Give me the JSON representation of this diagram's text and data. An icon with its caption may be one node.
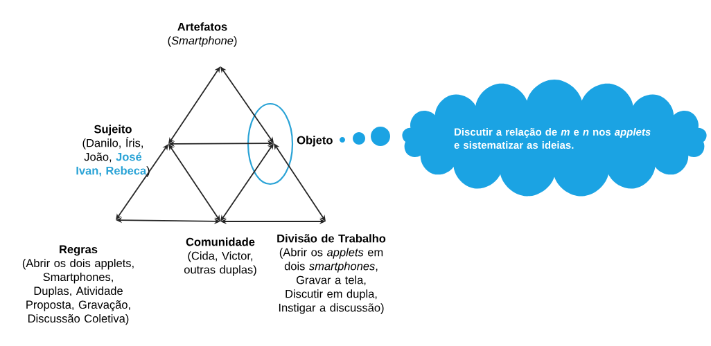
{
  "diagram": {
    "nodes": [
      {
        "text": [
          "Artefatos",
          "(*Smartphone*)"
        ]
      },
      {
        "text": [
          "Sujeito",
          "(Danilo, Íris, João, **José Ivan, Rebeca**)"
        ]
      },
      {
        "text": [
          "Objeto"
        ]
      },
      {
        "text": [
          "Regras",
          "(Abrir os dois applets, Smartphones, Duplas, Atividade Proposta, Gravação, Discussão Coletiva)"
        ]
      },
      {
        "text": [
          "Comunidade",
          "(Cida, Victor, outras duplas)"
        ]
      },
      {
        "text": [
          "Divisão de Trabalho",
          "(Abrir os *applets* em dois *smartphones*, Gravar a tela, Discutir em dupla, Instigar a discussão)"
        ]
      },
      {
        "text": [
          "Discutir a relação de *m* e *n* nos *applets* e sistematizar as ideias."
        ]
      }
    ],
    "edges": [
      {
        "from": 0,
        "to": 1,
        "arrow": "both"
      },
      {
        "from": 0,
        "to": 2,
        "arrow": "both"
      },
      {
        "from": 1,
        "to": 2,
        "arrow": "both"
      },
      {
        "from": 1,
        "to": 3,
        "arrow": "both"
      },
      {
        "from": 1,
        "to": 4,
        "arrow": "both"
      },
      {
        "from": 2,
        "to": 4,
        "arrow": "both"
      },
      {
        "from": 2,
        "to": 5,
        "arrow": "both"
      },
      {
        "from": 3,
        "to": 4,
        "arrow": "both"
      },
      {
        "from": 4,
        "to": 5,
        "arrow": "both"
      }
    ]
  }
}
